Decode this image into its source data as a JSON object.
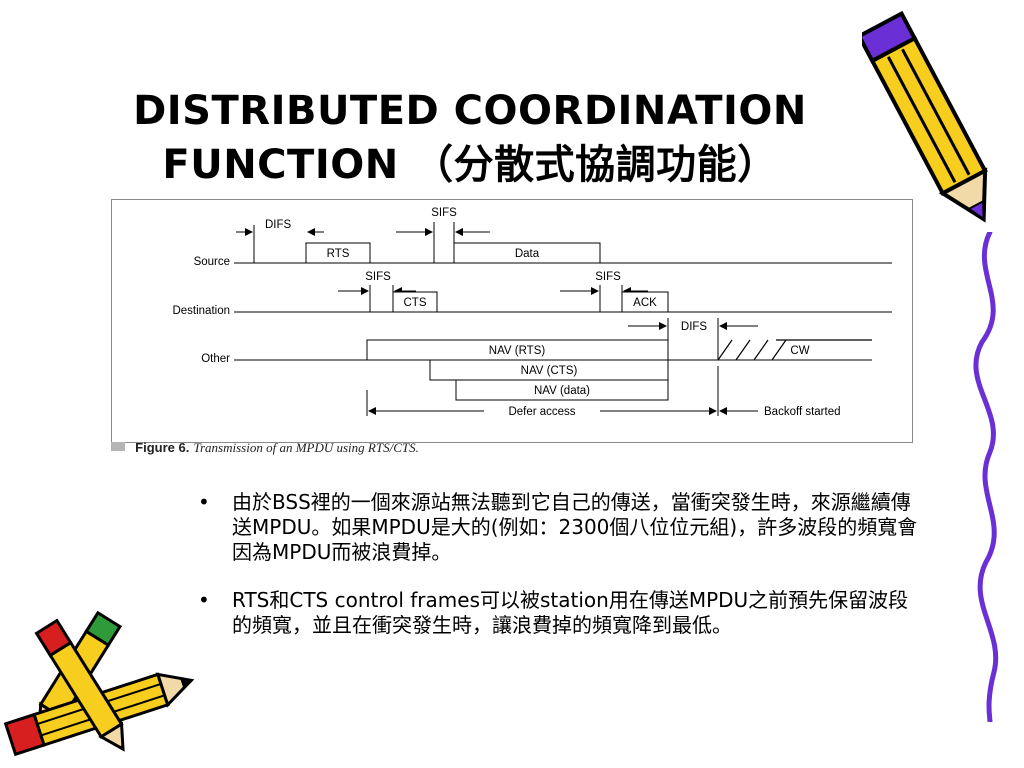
{
  "slide": {
    "title_line1": "DISTRIBUTED COORDINATION",
    "title_line2": "FUNCTION （分散式協調功能）"
  },
  "figure": {
    "rows": {
      "source": "Source",
      "destination": "Destination",
      "other": "Other"
    },
    "frames": {
      "rts": "RTS",
      "data": "Data",
      "cts": "CTS",
      "ack": "ACK",
      "nav_rts": "NAV (RTS)",
      "nav_cts": "NAV (CTS)",
      "nav_data": "NAV (data)",
      "cw": "CW"
    },
    "intervals": {
      "difs": "DIFS",
      "sifs": "SIFS"
    },
    "arrows": {
      "defer_access": "Defer access",
      "backoff_started": "Backoff started"
    },
    "caption_label": "Figure 6.",
    "caption_text": "Transmission of an MPDU using RTS/CTS."
  },
  "bullets": [
    {
      "marker": "•",
      "text": "由於BSS裡的一個來源站無法聽到它自己的傳送，當衝突發生時，來源繼續傳送MPDU。如果MPDU是大的(例如：2300個八位位元組)，許多波段的頻寬會因為MPDU而被浪費掉。"
    },
    {
      "marker": "•",
      "text": "RTS和CTS control frames可以被station用在傳送MPDU之前預先保留波段的頻寬，並且在衝突發生時，讓浪費掉的頻寬降到最低。"
    }
  ],
  "decorations": {
    "pencil_colors": {
      "body": "#f7cd1e",
      "outline": "#000000",
      "lead": "#6b2fd6",
      "eraser": "#d81f1f",
      "tip": "#2e9a3a"
    },
    "icons": [
      "pencil-top-right-icon",
      "pencils-bottom-left-icon",
      "purple-squiggle-icon"
    ]
  }
}
